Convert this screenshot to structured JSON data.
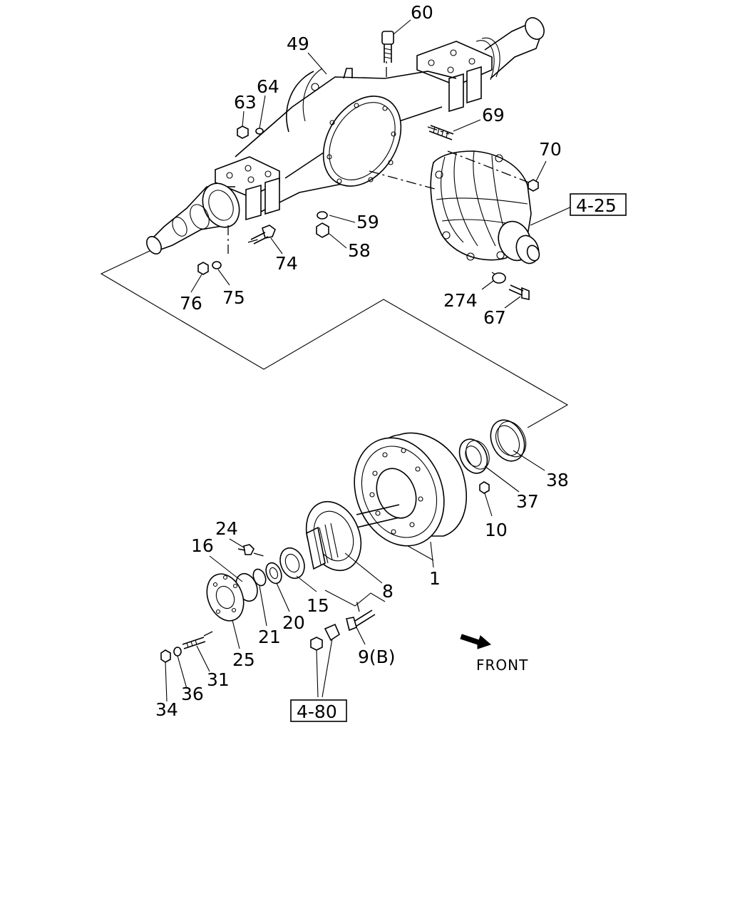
{
  "callouts": {
    "c60": "60",
    "c49": "49",
    "c64": "64",
    "c63": "63",
    "c69": "69",
    "c70": "70",
    "c59": "59",
    "c58": "58",
    "c74": "74",
    "c76": "76",
    "c75": "75",
    "c274": "274",
    "c67": "67",
    "c38": "38",
    "c37": "37",
    "c10": "10",
    "c1": "1",
    "c8": "8",
    "c24": "24",
    "c16": "16",
    "c15": "15",
    "c20": "20",
    "c21": "21",
    "c25": "25",
    "c31": "31",
    "c36": "36",
    "c34": "34",
    "c9b": "9(B)"
  },
  "references": {
    "ref_4_25": "4-25",
    "ref_4_80": "4-80"
  },
  "direction_label": "FRONT"
}
